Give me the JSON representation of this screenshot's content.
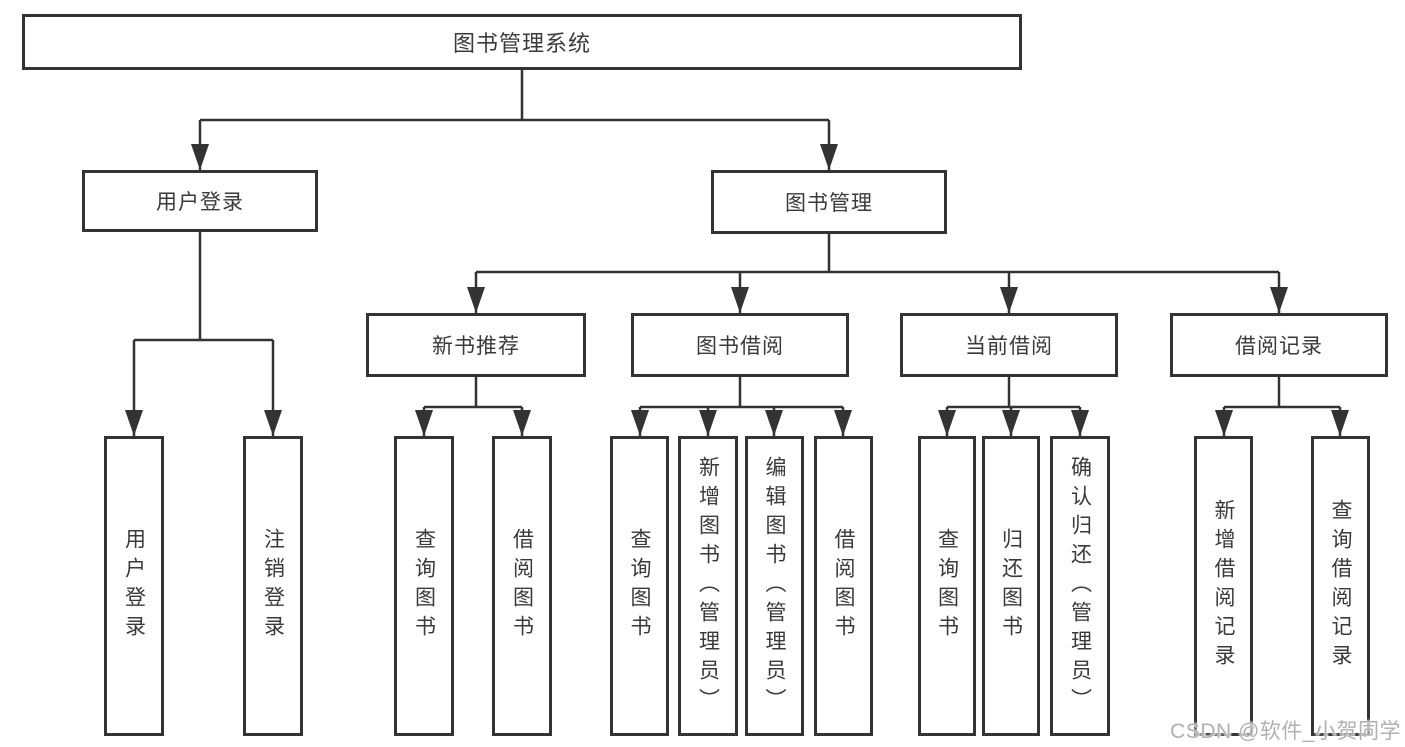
{
  "tree": {
    "root": {
      "label": "图书管理系统"
    },
    "children": [
      {
        "label": "用户登录",
        "children": [
          {
            "label": "用户登录"
          },
          {
            "label": "注销登录"
          }
        ]
      },
      {
        "label": "图书管理",
        "children": [
          {
            "label": "新书推荐",
            "children": [
              {
                "label": "查询图书"
              },
              {
                "label": "借阅图书"
              }
            ]
          },
          {
            "label": "图书借阅",
            "children": [
              {
                "label": "查询图书"
              },
              {
                "label": "新增图书（管理员）"
              },
              {
                "label": "编辑图书（管理员）"
              },
              {
                "label": "借阅图书"
              }
            ]
          },
          {
            "label": "当前借阅",
            "children": [
              {
                "label": "查询图书"
              },
              {
                "label": "归还图书"
              },
              {
                "label": "确认归还（管理员）"
              }
            ]
          },
          {
            "label": "借阅记录",
            "children": [
              {
                "label": "新增借阅记录"
              },
              {
                "label": "查询借阅记录"
              }
            ]
          }
        ]
      }
    ]
  },
  "watermark": {
    "text": "CSDN @软件_小贺同学"
  },
  "colors": {
    "line": "#333333",
    "box_border": "#333333",
    "box_fill": "#ffffff",
    "text": "#3a3a3a",
    "background": "#ffffff",
    "watermark_text": "#b0b0b0"
  }
}
